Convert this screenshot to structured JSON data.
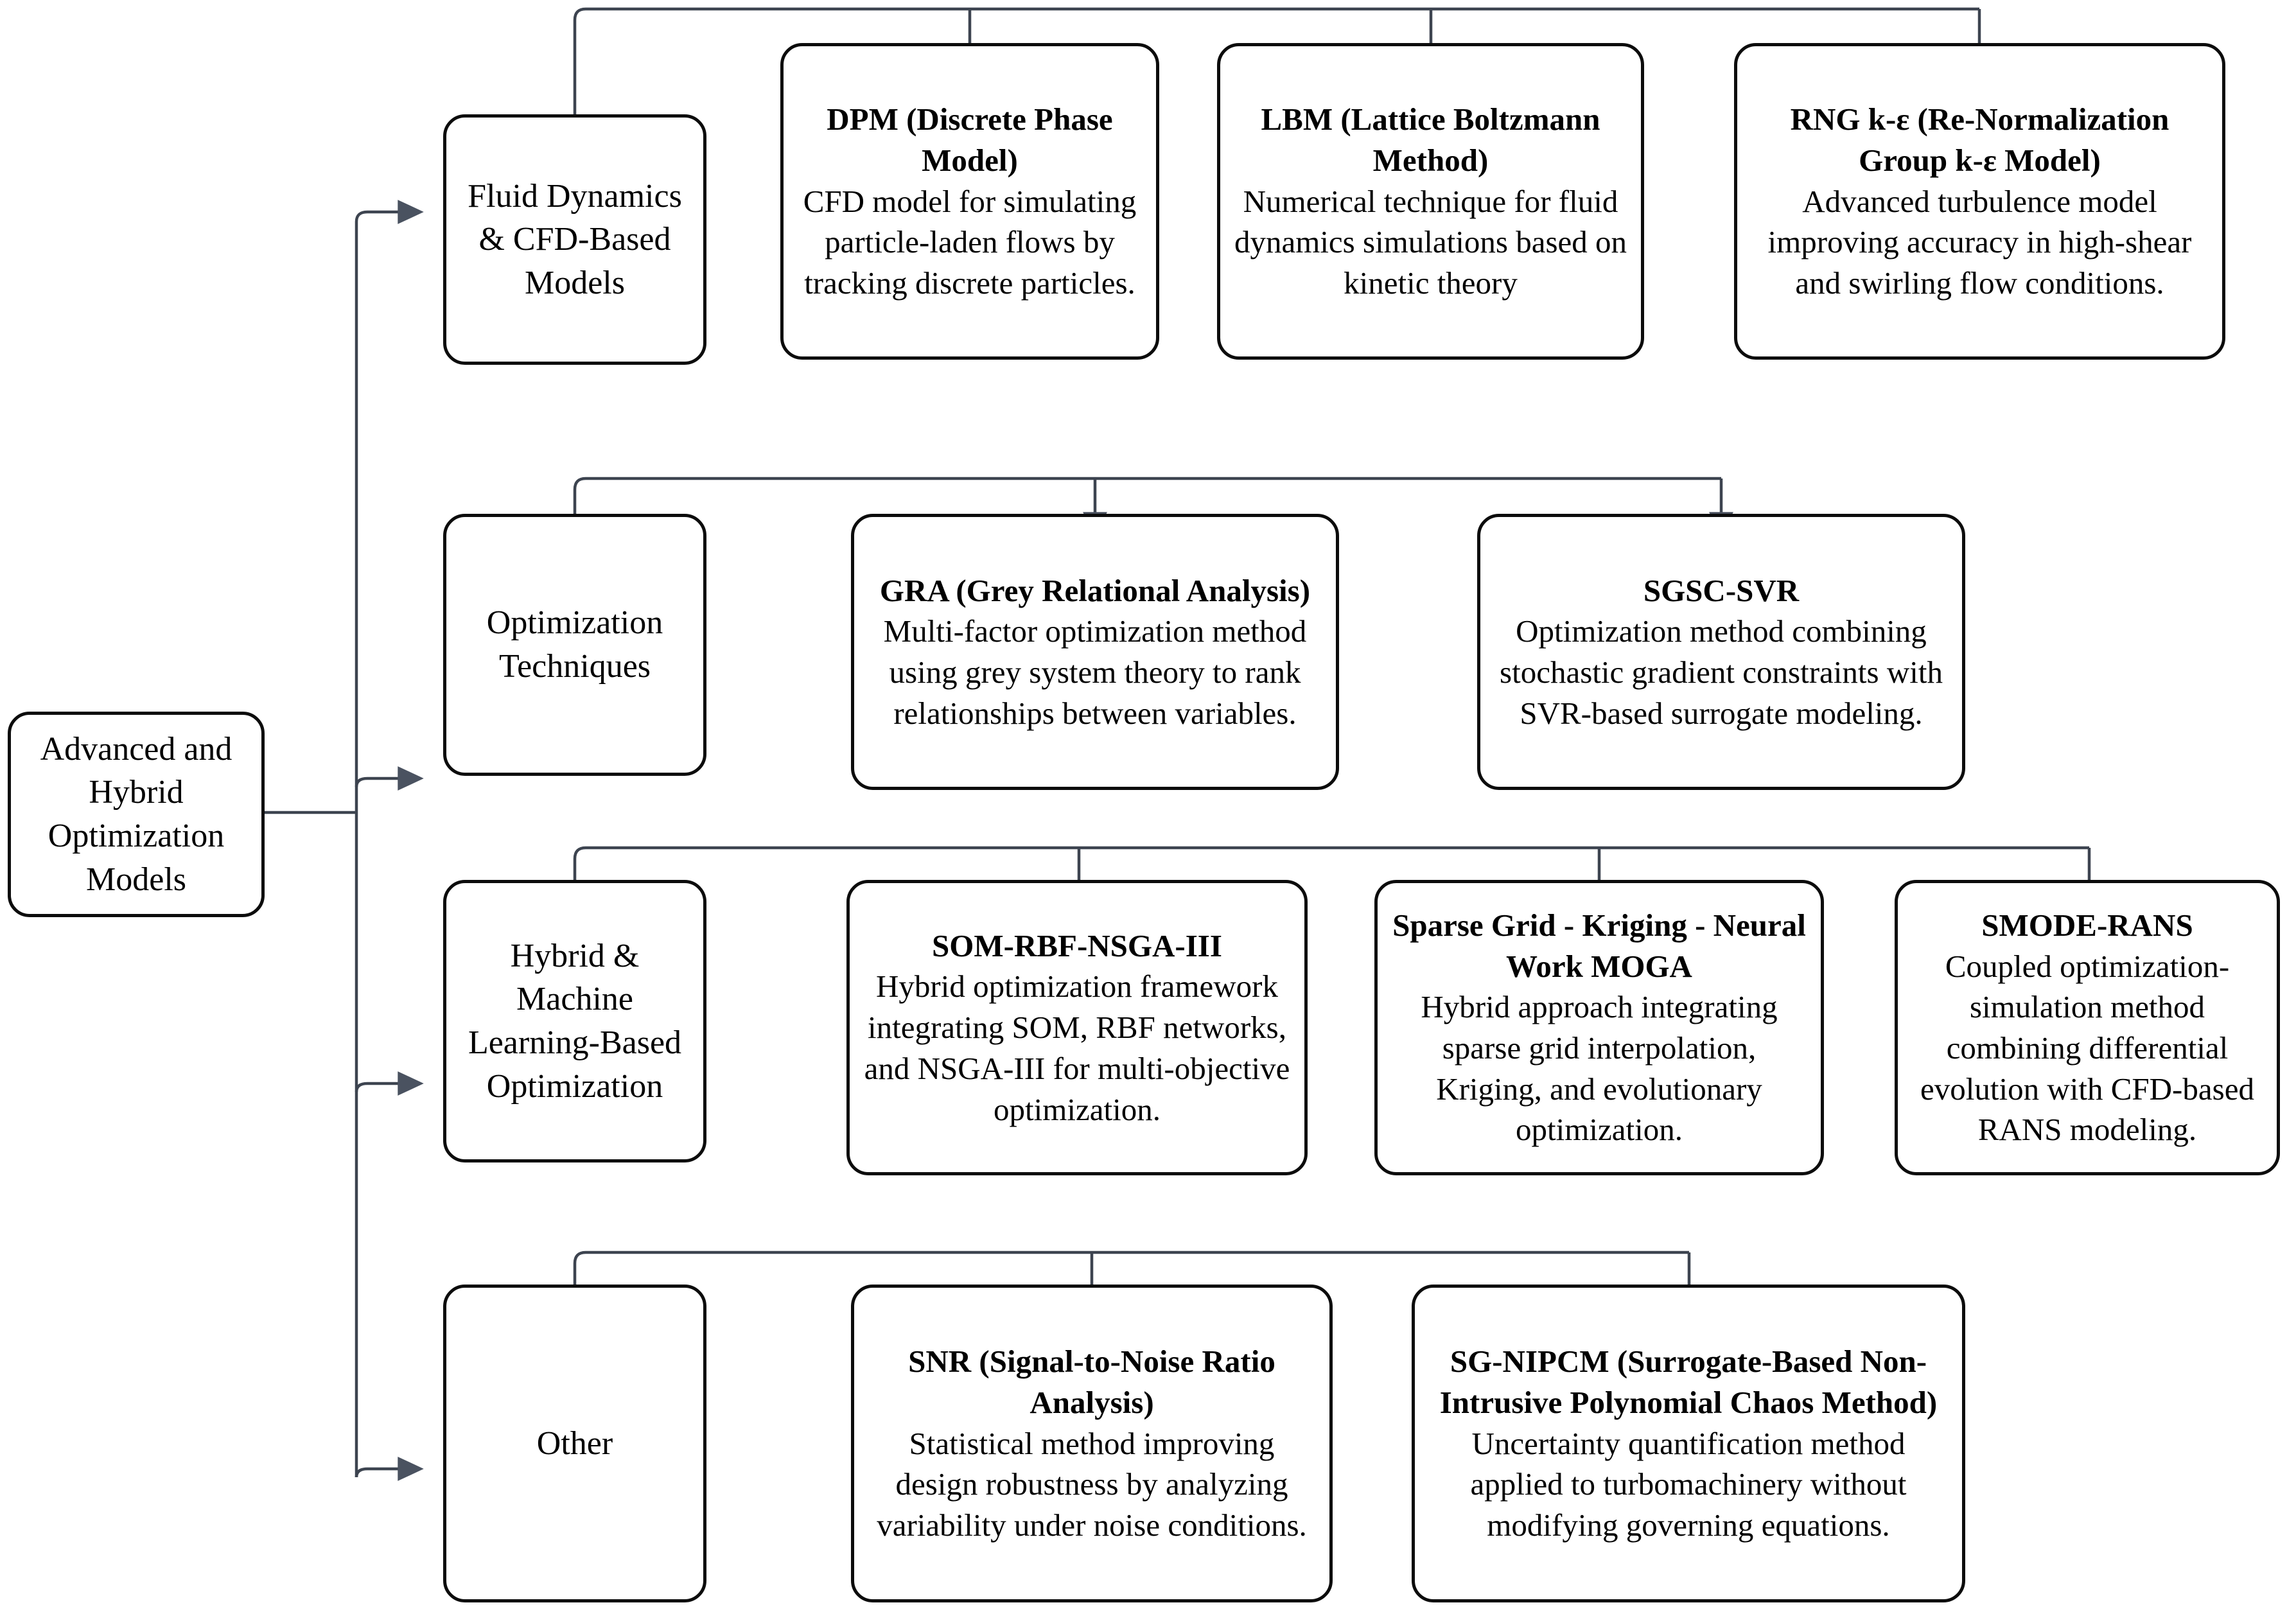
{
  "diagram": {
    "title_node": "Advanced and Hybrid Optimization Models",
    "root": {
      "label": "Advanced and\nHybrid\nOptimization\nModels"
    },
    "categories": [
      {
        "id": "fluid-dynamics-cfd-based-models",
        "label": "Fluid Dynamics\n& CFD-Based\nModels"
      },
      {
        "id": "optimization-techniques",
        "label": "Optimization\nTechniques"
      },
      {
        "id": "hybrid-machine-learning-based-optimization",
        "label": "Hybrid &\nMachine\nLearning-Based\nOptimization"
      },
      {
        "id": "other",
        "label": "Other"
      }
    ],
    "leaves": [
      {
        "id": "dpm",
        "row": 0,
        "title": "DPM (Discrete Phase Model)",
        "description": "CFD model for simulating particle-laden flows by tracking discrete particles."
      },
      {
        "id": "lbm",
        "row": 0,
        "title": "LBM (Lattice Boltzmann Method)",
        "description": "Numerical technique for fluid dynamics simulations based on kinetic theory"
      },
      {
        "id": "rng-k-epsilon",
        "row": 0,
        "title": "RNG k-ε (Re-Normalization Group k-ε Model)",
        "description": "Advanced turbulence model improving accuracy in high-shear and swirling flow conditions."
      },
      {
        "id": "gra",
        "row": 1,
        "title": "GRA (Grey Relational Analysis)",
        "description": "Multi-factor optimization method using grey system theory to rank relationships between variables."
      },
      {
        "id": "sgsc-svr",
        "row": 1,
        "title": "SGSC-SVR",
        "description": "Optimization method combining stochastic gradient constraints with SVR-based surrogate modeling."
      },
      {
        "id": "som-rbf-nsga-iii",
        "row": 2,
        "title": "SOM-RBF-NSGA-III",
        "description": "Hybrid optimization framework integrating SOM, RBF networks, and NSGA-III for multi-objective optimization."
      },
      {
        "id": "sparse-grid-kriging-neural-work-moga",
        "row": 2,
        "title": "Sparse Grid - Kriging - Neural Work MOGA",
        "description": "Hybrid approach integrating sparse grid interpolation, Kriging, and evolutionary optimization."
      },
      {
        "id": "smode-rans",
        "row": 2,
        "title": "SMODE-RANS",
        "description": "Coupled optimization-simulation method combining differential evolution with CFD-based RANS modeling."
      },
      {
        "id": "snr",
        "row": 3,
        "title": "SNR (Signal-to-Noise Ratio Analysis)",
        "description": "Statistical method improving design robustness by analyzing variability under noise conditions."
      },
      {
        "id": "sg-nipcm",
        "row": 3,
        "title": "SG-NIPCM (Surrogate-Based Non-Intrusive Polynomial Chaos Method)",
        "description": "Uncertainty quantification method applied to turbomachinery without modifying governing equations."
      }
    ],
    "colors": {
      "node_border": "#0c0c0c",
      "node_fill": "#ffffff",
      "connector": "#3d4450",
      "arrowhead": "#4a5260",
      "text": "#000000"
    }
  }
}
